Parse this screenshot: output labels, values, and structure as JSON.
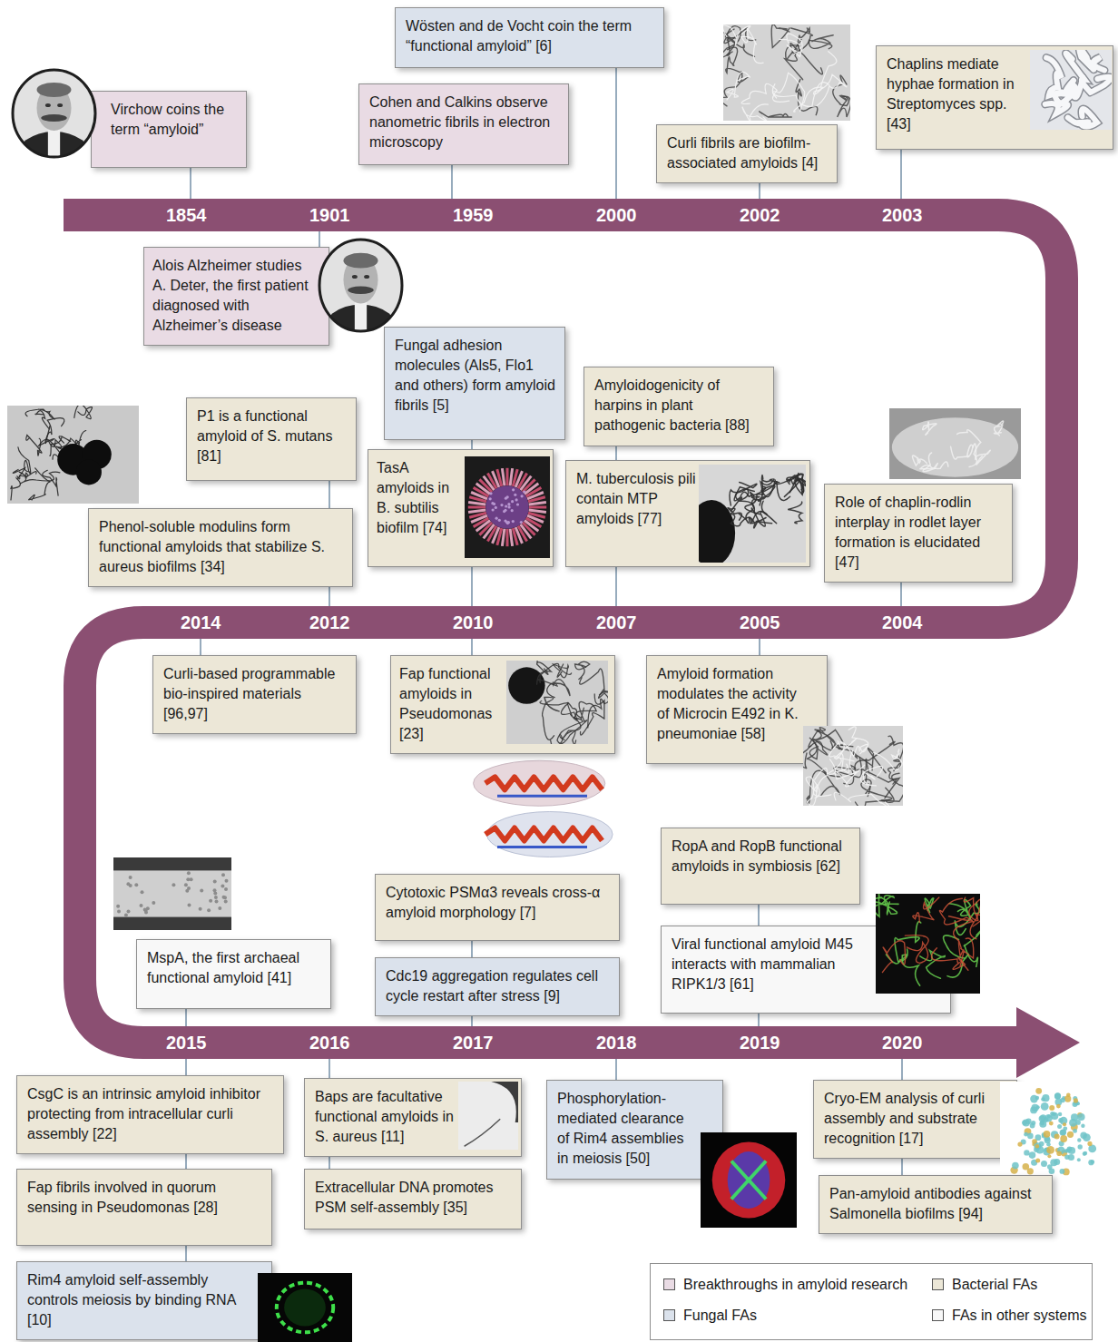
{
  "diagram": {
    "nodes": [
      {
        "text": [
          "Virchow coins the term “amyloid”"
        ]
      },
      {
        "text": [
          "Alois Alzheimer studies A. Deter, the first patient diagnosed with Alzheimer’s disease"
        ]
      },
      {
        "text": [
          "Cohen and Calkins observe nanometric fibrils in electron microscopy"
        ]
      },
      {
        "text": [
          "Wösten and de Vocht coin the term “functional amyloid” [6]"
        ]
      },
      {
        "text": [
          "Curli fibrils are biofilm-associated amyloids [4]"
        ]
      },
      {
        "text": [
          "Chaplins mediate hyphae formation in Streptomyces spp. [43]"
        ]
      },
      {
        "text": [
          "P1 is a functional amyloid of S. mutans [81]"
        ]
      },
      {
        "text": [
          "Phenol-soluble modulins form functional amyloids that stabilize S. aureus biofilms [34]"
        ]
      },
      {
        "text": [
          "Fungal adhesion molecules (Als5, Flo1 and others) form amyloid fibrils [5]"
        ]
      },
      {
        "text": [
          "TasA amyloids in B. subtilis biofilm [74]"
        ]
      },
      {
        "text": [
          "Amyloidogenicity of harpins in plant pathogenic bacteria [88]"
        ]
      },
      {
        "text": [
          "M. tuberculosis pili contain MTP amyloids [77]"
        ]
      },
      {
        "text": [
          "Role of chaplin-rodlin interplay in rodlet layer formation is elucidated [47]"
        ]
      },
      {
        "text": [
          "Curli-based programmable bio-inspired materials [96,97]"
        ]
      },
      {
        "text": [
          "Fap functional amyloids in Pseudomonas [23]"
        ]
      },
      {
        "text": [
          "Amyloid formation modulates the activity of Microcin E492 in K. pneumoniae [58]"
        ]
      },
      {
        "text": [
          "Cytotoxic PSMα3 reveals cross-α amyloid morphology [7]"
        ]
      },
      {
        "text": [
          "Cdc19 aggregation regulates cell cycle restart after stress [9]"
        ]
      },
      {
        "text": [
          "RopA and RopB functional amyloids in symbiosis [62]"
        ]
      },
      {
        "text": [
          "Viral functional amyloid M45 interacts with mammalian RIPK1/3 [61]"
        ]
      },
      {
        "text": [
          "MspA, the first archaeal functional amyloid [41]"
        ]
      },
      {
        "text": [
          "CsgC is an intrinsic amyloid inhibitor protecting from intracellular curli assembly [22]"
        ]
      },
      {
        "text": [
          "Fap fibrils involved in quorum sensing in Pseudomonas [28]"
        ]
      },
      {
        "text": [
          "Rim4 amyloid self-assembly controls meiosis by binding RNA [10]"
        ]
      },
      {
        "text": [
          "Baps are facultative functional amyloids in S. aureus [11]"
        ]
      },
      {
        "text": [
          "Extracellular DNA promotes PSM self-assembly [35]"
        ]
      },
      {
        "text": [
          "Phosphorylation-mediated clearance of Rim4 assemblies in meiosis [50]"
        ]
      },
      {
        "text": [
          "Cryo-EM analysis of curli assembly and substrate recognition [17]"
        ]
      },
      {
        "text": [
          "Pan-amyloid antibodies against Salmonella biofilms [94]"
        ]
      }
    ],
    "labels": [
      "1854",
      "1901",
      "1959",
      "2000",
      "2002",
      "2003",
      "2014",
      "2012",
      "2010",
      "2007",
      "2005",
      "2004",
      "2015",
      "2016",
      "2017",
      "2018",
      "2019",
      "2020"
    ],
    "legend": [
      {
        "text": "Breakthroughs in amyloid research",
        "color": "#e9dbe4"
      },
      {
        "text": "Bacterial FAs",
        "color": "#ece7d7"
      },
      {
        "text": "Fungal FAs",
        "color": "#dbe2ec"
      },
      {
        "text": "FAs in other systems",
        "color": "#f8f8f8"
      }
    ]
  }
}
